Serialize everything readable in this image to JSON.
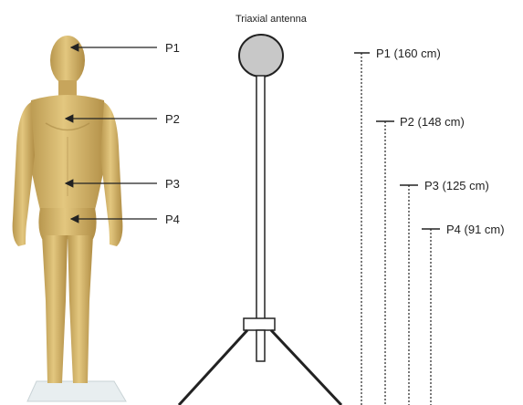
{
  "antenna_label": "Triaxial antenna",
  "points": [
    {
      "label": "P1",
      "height_label": "P1 (160 cm)",
      "height_cm": 160
    },
    {
      "label": "P2",
      "height_label": "P2 (148 cm)",
      "height_cm": 148
    },
    {
      "label": "P3",
      "height_label": "P3 (125 cm)",
      "height_cm": 125
    },
    {
      "label": "P4",
      "height_label": "P4 (91 cm)",
      "height_cm": 91
    }
  ],
  "colors": {
    "mannequin": "#d6b56a",
    "mannequin_shadow": "#b8974e",
    "antenna_head": "#c8c8c8",
    "line": "#222222"
  },
  "icons": [
    "mannequin-figure",
    "triaxial-antenna-icon",
    "tripod-stand"
  ]
}
